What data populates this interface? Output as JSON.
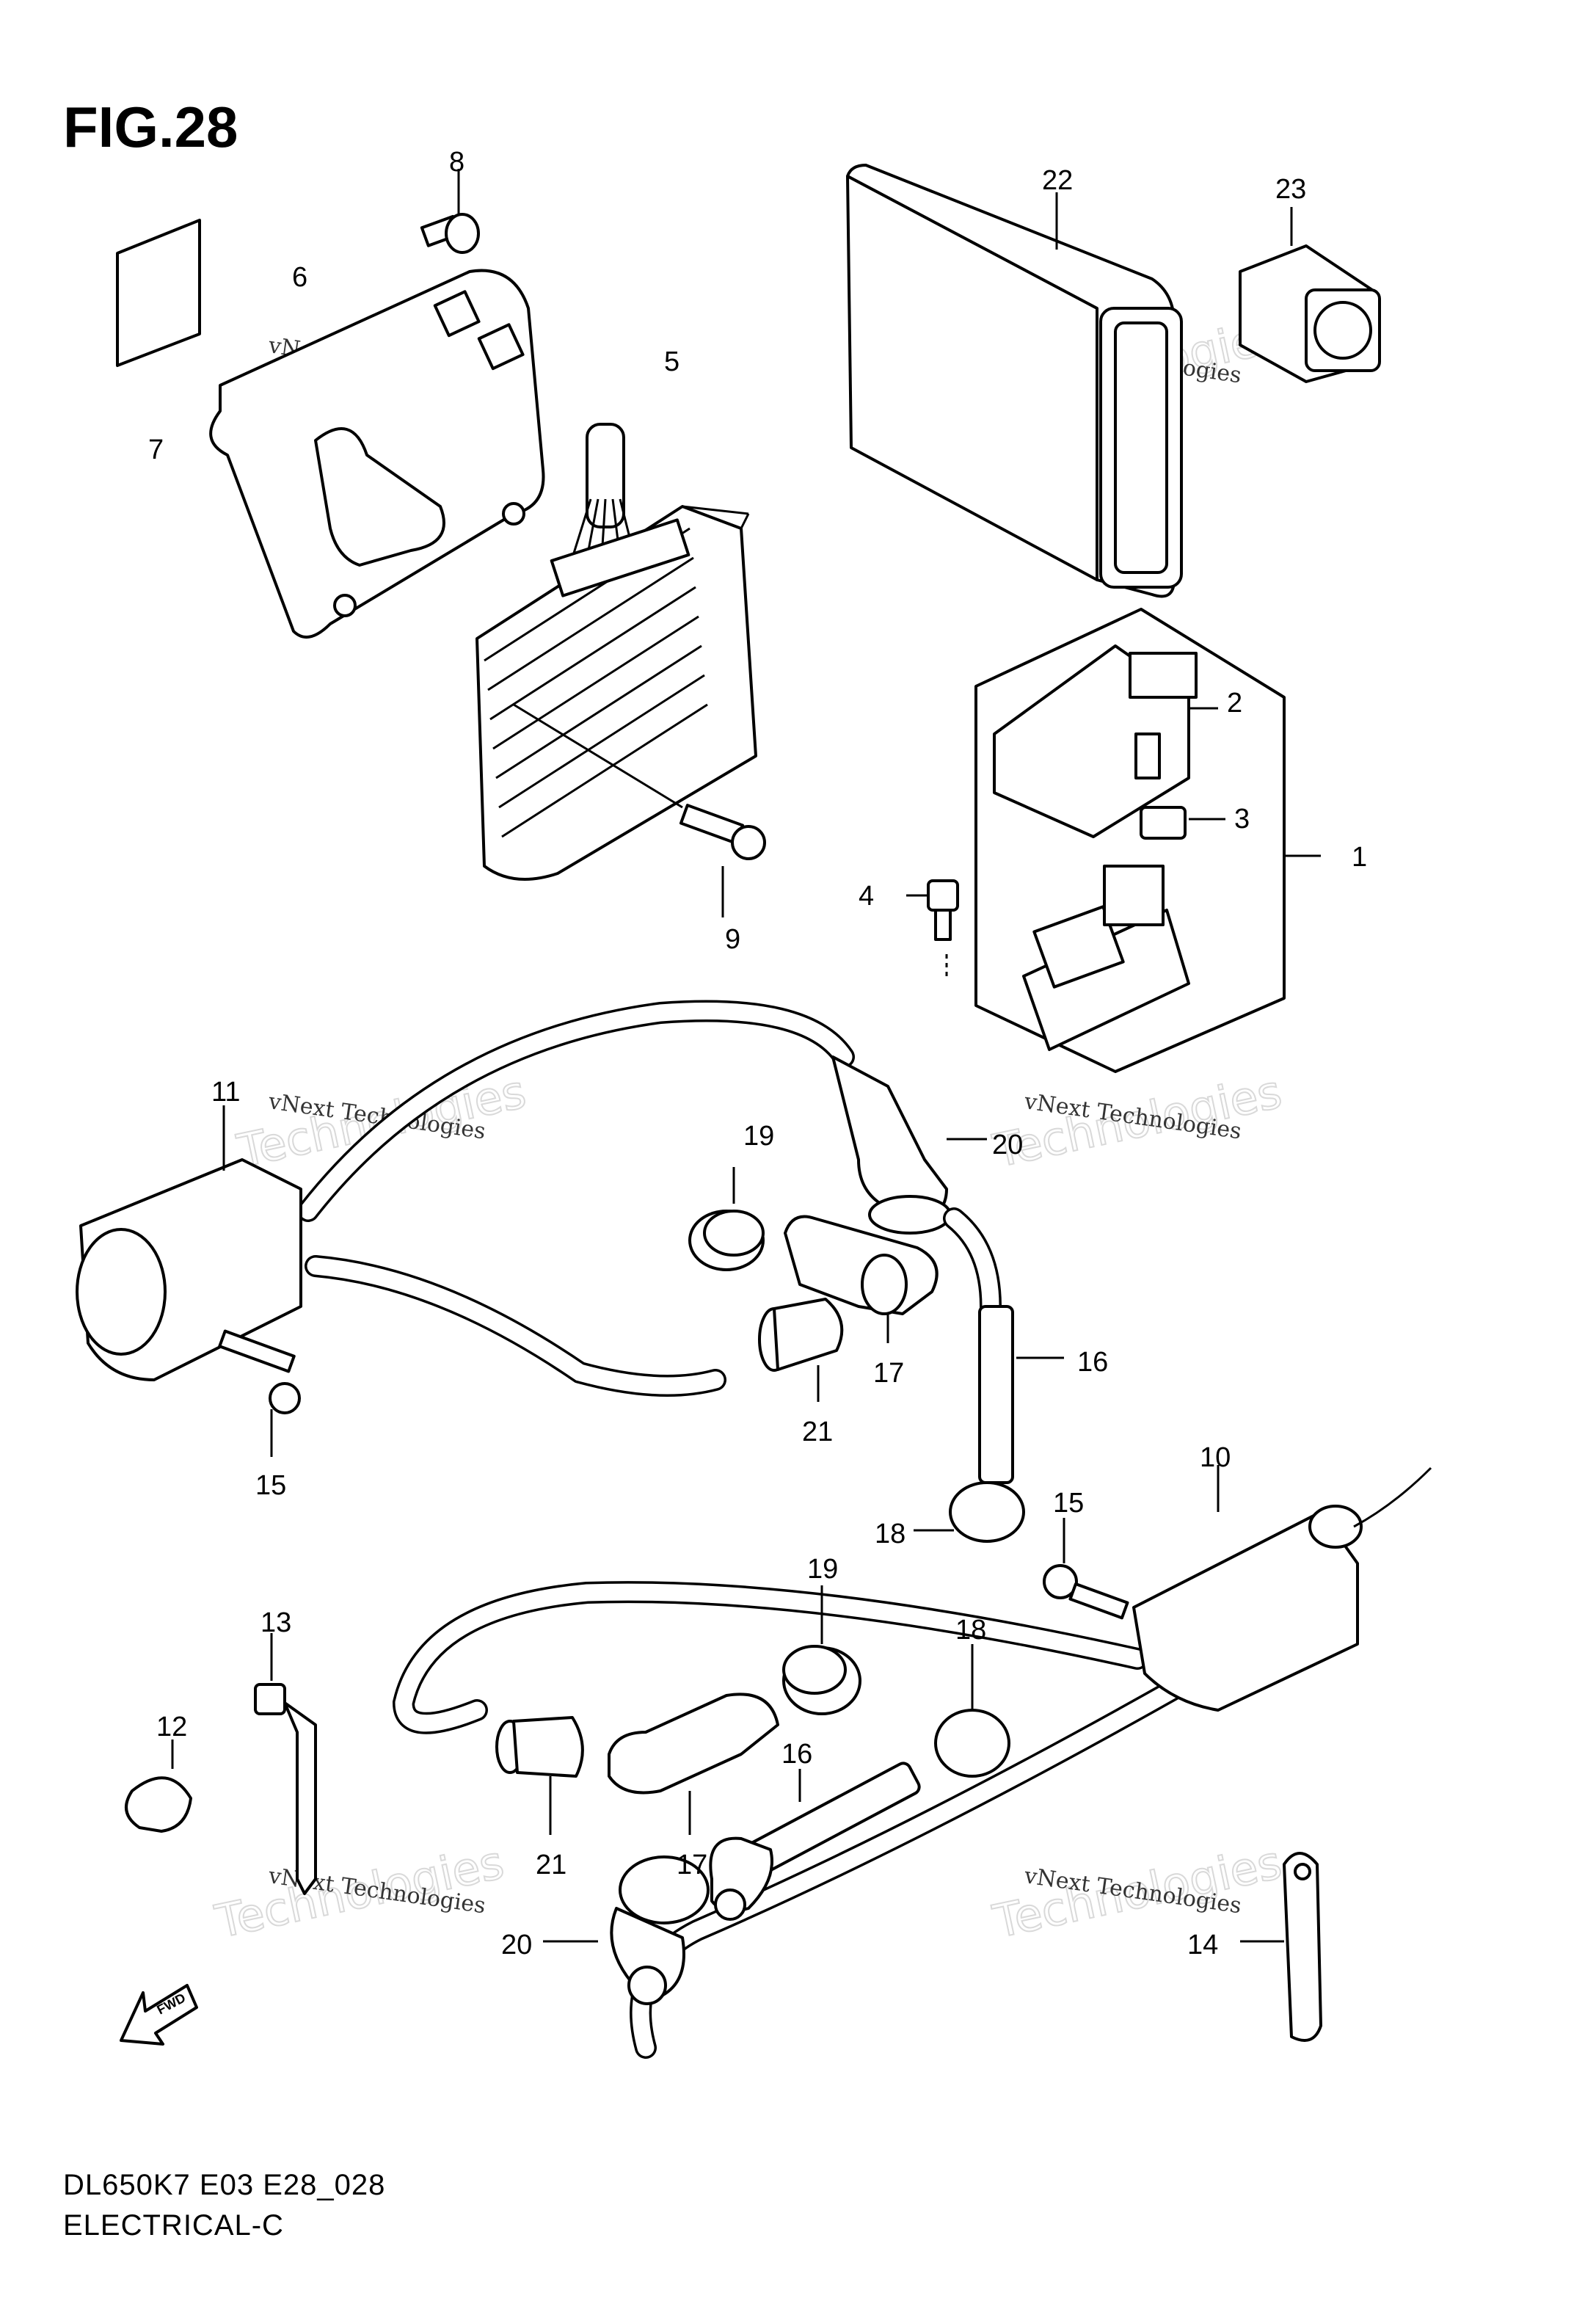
{
  "figure": {
    "title": "FIG.28",
    "model_code": "DL650K7 E03 E28_028",
    "section_name": "ELECTRICAL-C",
    "direction_arrow_label": "FWD"
  },
  "watermark": {
    "line1": "vNext Technologies",
    "line2": "Technologies",
    "line3": "vNext"
  },
  "callouts": {
    "c1": "1",
    "c2": "2",
    "c3": "3",
    "c4": "4",
    "c5": "5",
    "c6": "6",
    "c7": "7",
    "c8": "8",
    "c9": "9",
    "c10": "10",
    "c11": "11",
    "c12": "12",
    "c13": "13",
    "c14": "14",
    "c15a": "15",
    "c15b": "15",
    "c16a": "16",
    "c16b": "16",
    "c17a": "17",
    "c17b": "17",
    "c18a": "18",
    "c18b": "18",
    "c19a": "19",
    "c19b": "19",
    "c20a": "20",
    "c20b": "20",
    "c21a": "21",
    "c21b": "21",
    "c22": "22",
    "c23": "23"
  }
}
